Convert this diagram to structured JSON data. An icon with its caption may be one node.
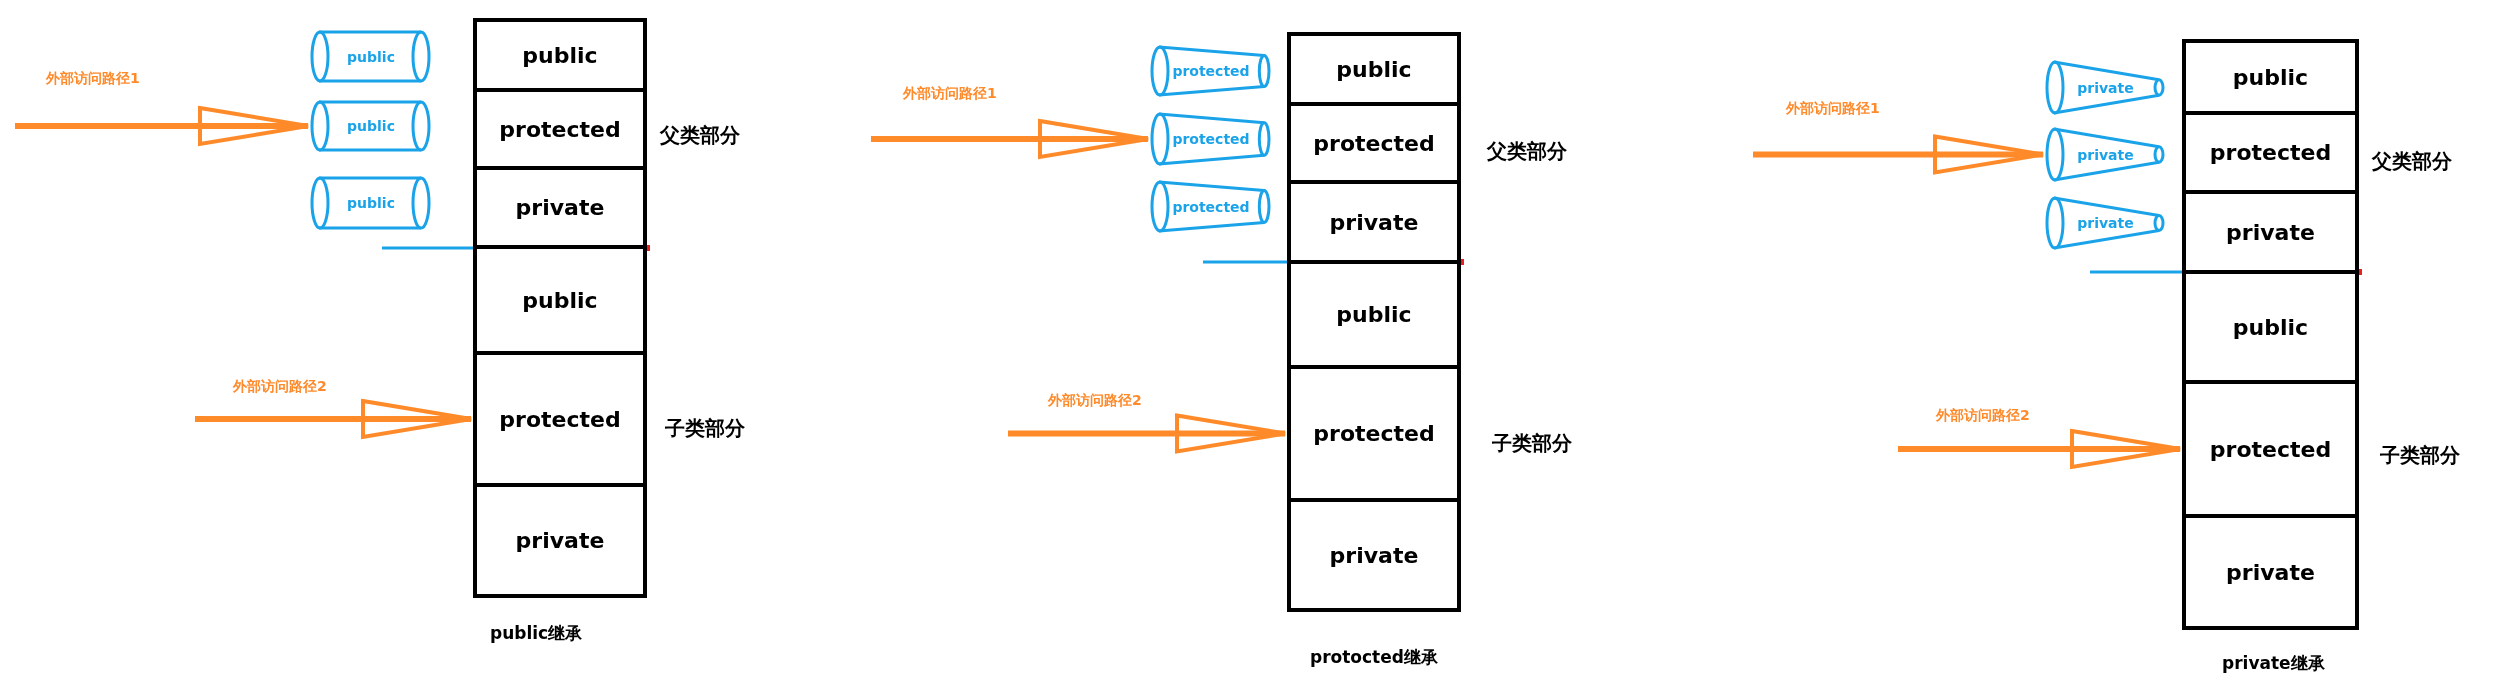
{
  "diagram": {
    "nodes": [
      {
        "text": [
          "public"
        ]
      },
      {
        "text": [
          "public"
        ]
      },
      {
        "text": [
          "public"
        ]
      },
      {
        "text": [
          "public"
        ]
      },
      {
        "text": [
          "protected"
        ]
      },
      {
        "text": [
          "private"
        ]
      },
      {
        "text": [
          "public"
        ]
      },
      {
        "text": [
          "protected"
        ]
      },
      {
        "text": [
          "private"
        ]
      },
      {
        "text": [
          "protected"
        ]
      },
      {
        "text": [
          "protected"
        ]
      },
      {
        "text": [
          "protected"
        ]
      },
      {
        "text": [
          "public"
        ]
      },
      {
        "text": [
          "protected"
        ]
      },
      {
        "text": [
          "private"
        ]
      },
      {
        "text": [
          "public"
        ]
      },
      {
        "text": [
          "protected"
        ]
      },
      {
        "text": [
          "private"
        ]
      },
      {
        "text": [
          "private"
        ]
      },
      {
        "text": [
          "private"
        ]
      },
      {
        "text": [
          "private"
        ]
      },
      {
        "text": [
          "public"
        ]
      },
      {
        "text": [
          "protected"
        ]
      },
      {
        "text": [
          "private"
        ]
      },
      {
        "text": [
          "public"
        ]
      },
      {
        "text": [
          "protected"
        ]
      },
      {
        "text": [
          "private"
        ]
      }
    ],
    "edges": [
      {
        "from": null,
        "to": 1,
        "arrow": "to",
        "label": "外部访问路径1"
      },
      {
        "from": null,
        "to": 7,
        "arrow": "to",
        "label": "外部访问路径2"
      },
      {
        "from": null,
        "to": 10,
        "arrow": "to",
        "label": "外部访问路径1"
      },
      {
        "from": null,
        "to": 16,
        "arrow": "to",
        "label": "外部访问路径2"
      },
      {
        "from": null,
        "to": 19,
        "arrow": "to",
        "label": "外部访问路径1"
      },
      {
        "from": null,
        "to": 25,
        "arrow": "to",
        "label": "外部访问路径2"
      }
    ],
    "labels": [
      "父类部分",
      "子类部分",
      "public继承",
      "父类部分",
      "子类部分",
      "protocted继承",
      "父类部分",
      "子类部分",
      "private继承"
    ]
  }
}
